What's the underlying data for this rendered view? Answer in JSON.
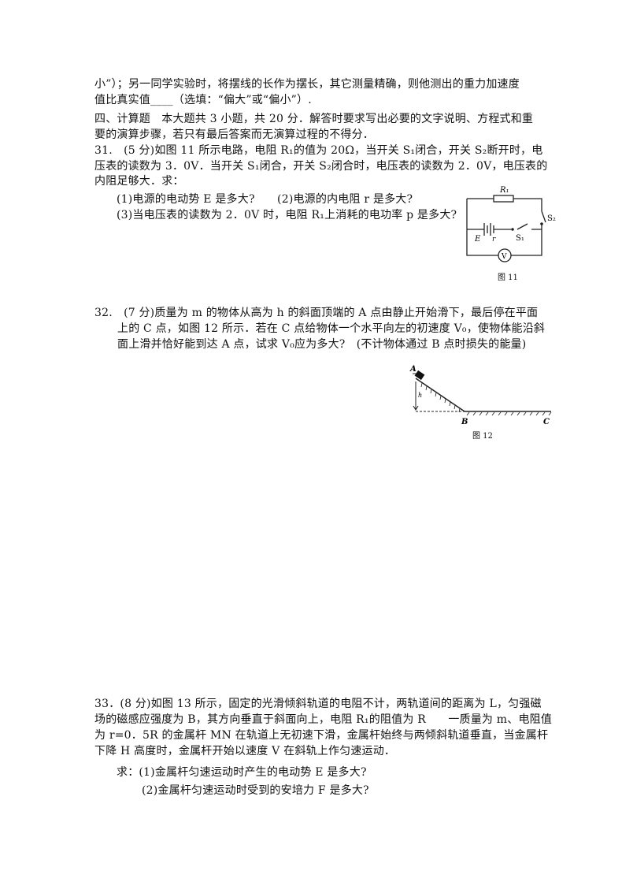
{
  "prev_question": {
    "lines": [
      "小”）；另一同学实验时，将摆线的长作为摆长，其它测量精确，则他测出的重力加速度",
      "值比真实值____（选填：“偏大”或“偏小”）."
    ]
  },
  "section": {
    "lines": [
      " 四、计算题　本大题共 3 小题，共 20 分．解答时要求写出必要的文字说明、方程式和重",
      "要的演算步骤，若只有最后答案而无演算过程的不得分．"
    ]
  },
  "q31": {
    "lines": [
      "31.　(5 分)如图 11 所示电路，电阻 R₁的值为 20Ω，当开关 S₁闭合，开关 S₂断开时，电",
      "压表的读数为 3．0V．当开关 S₁闭合，开关 S₂闭合时，电压表的读数为 2．0V，电压表的",
      "内阻足够大．求："
    ],
    "sub": [
      "(1)电源的电动势 E 是多大?　　(2)电源的内电阻 r 是多大?",
      "(3)当电压表的读数为 2．0V 时，电阻 R₁上消耗的电功率 p 是多大?"
    ],
    "figure": {
      "caption": "图 11",
      "labels": {
        "r1": "R₁",
        "s2": "S₂",
        "e": "E",
        "r": "r",
        "s1": "S₁",
        "v": "V"
      }
    }
  },
  "q32": {
    "lines": [
      "32.　(7 分)质量为 m 的物体从高为 h 的斜面顶端的 A 点由静止开始滑下，最后停在平面",
      "上的 C 点，如图 12 所示．若在 C 点给物体一个水平向左的初速度 V₀，使物体能沿斜",
      "面上滑并恰好能到达 A 点，试求 V₀应为多大?　(不计物体通过 B 点时损失的能量)"
    ],
    "figure": {
      "caption": "图 12",
      "labels": {
        "a": "A",
        "h": "h",
        "b": "B",
        "c": "C"
      }
    }
  },
  "q33": {
    "lines": [
      "33．(8 分)如图 13 所示，固定的光滑倾斜轨道的电阻不计，两轨道间的距离为 L，匀强磁",
      "场的磁感应强度为 B，其方向垂直于斜面向上，电阻 R₁的阻值为 R　　一质量为 m、电阻值",
      "为 r=0．5R 的金属杆 MN 在轨道上无初速下滑，金属杆始终与两倾斜轨道垂直，当金属杆",
      "下降 H 高度时，金属杆开始以速度 V 在斜轨上作匀速运动．"
    ],
    "sub": [
      "求：(1)金属杆匀速运动时产生的电动势 E 是多大?",
      "(2)金属杆匀速运动时受到的安培力 F 是多大?"
    ]
  }
}
